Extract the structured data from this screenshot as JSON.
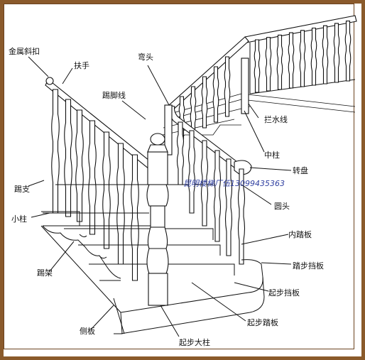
{
  "colors": {
    "frame": "#8a5a2b",
    "ink": "#111111",
    "watermark": "#2f3fa0"
  },
  "labels": {
    "metal_bracket": "金属斜扣",
    "handrail": "扶手",
    "bend_head": "弯头",
    "stringer_line": "踢脚线",
    "baluster_support": "踢支",
    "small_post": "小柱",
    "tread_bracket": "踢架",
    "side_panel": "侧板",
    "starting_newel": "起步大柱",
    "starting_tread": "起步踏板",
    "starting_riser": "起步挡板",
    "riser": "踏步挡板",
    "inner_tread": "内踏板",
    "round_head": "圆头",
    "turn_plate": "转盘",
    "middle_post": "中柱",
    "skirting_line": "拦水线"
  },
  "watermark": "昆明楼梯厂伍13099435363"
}
